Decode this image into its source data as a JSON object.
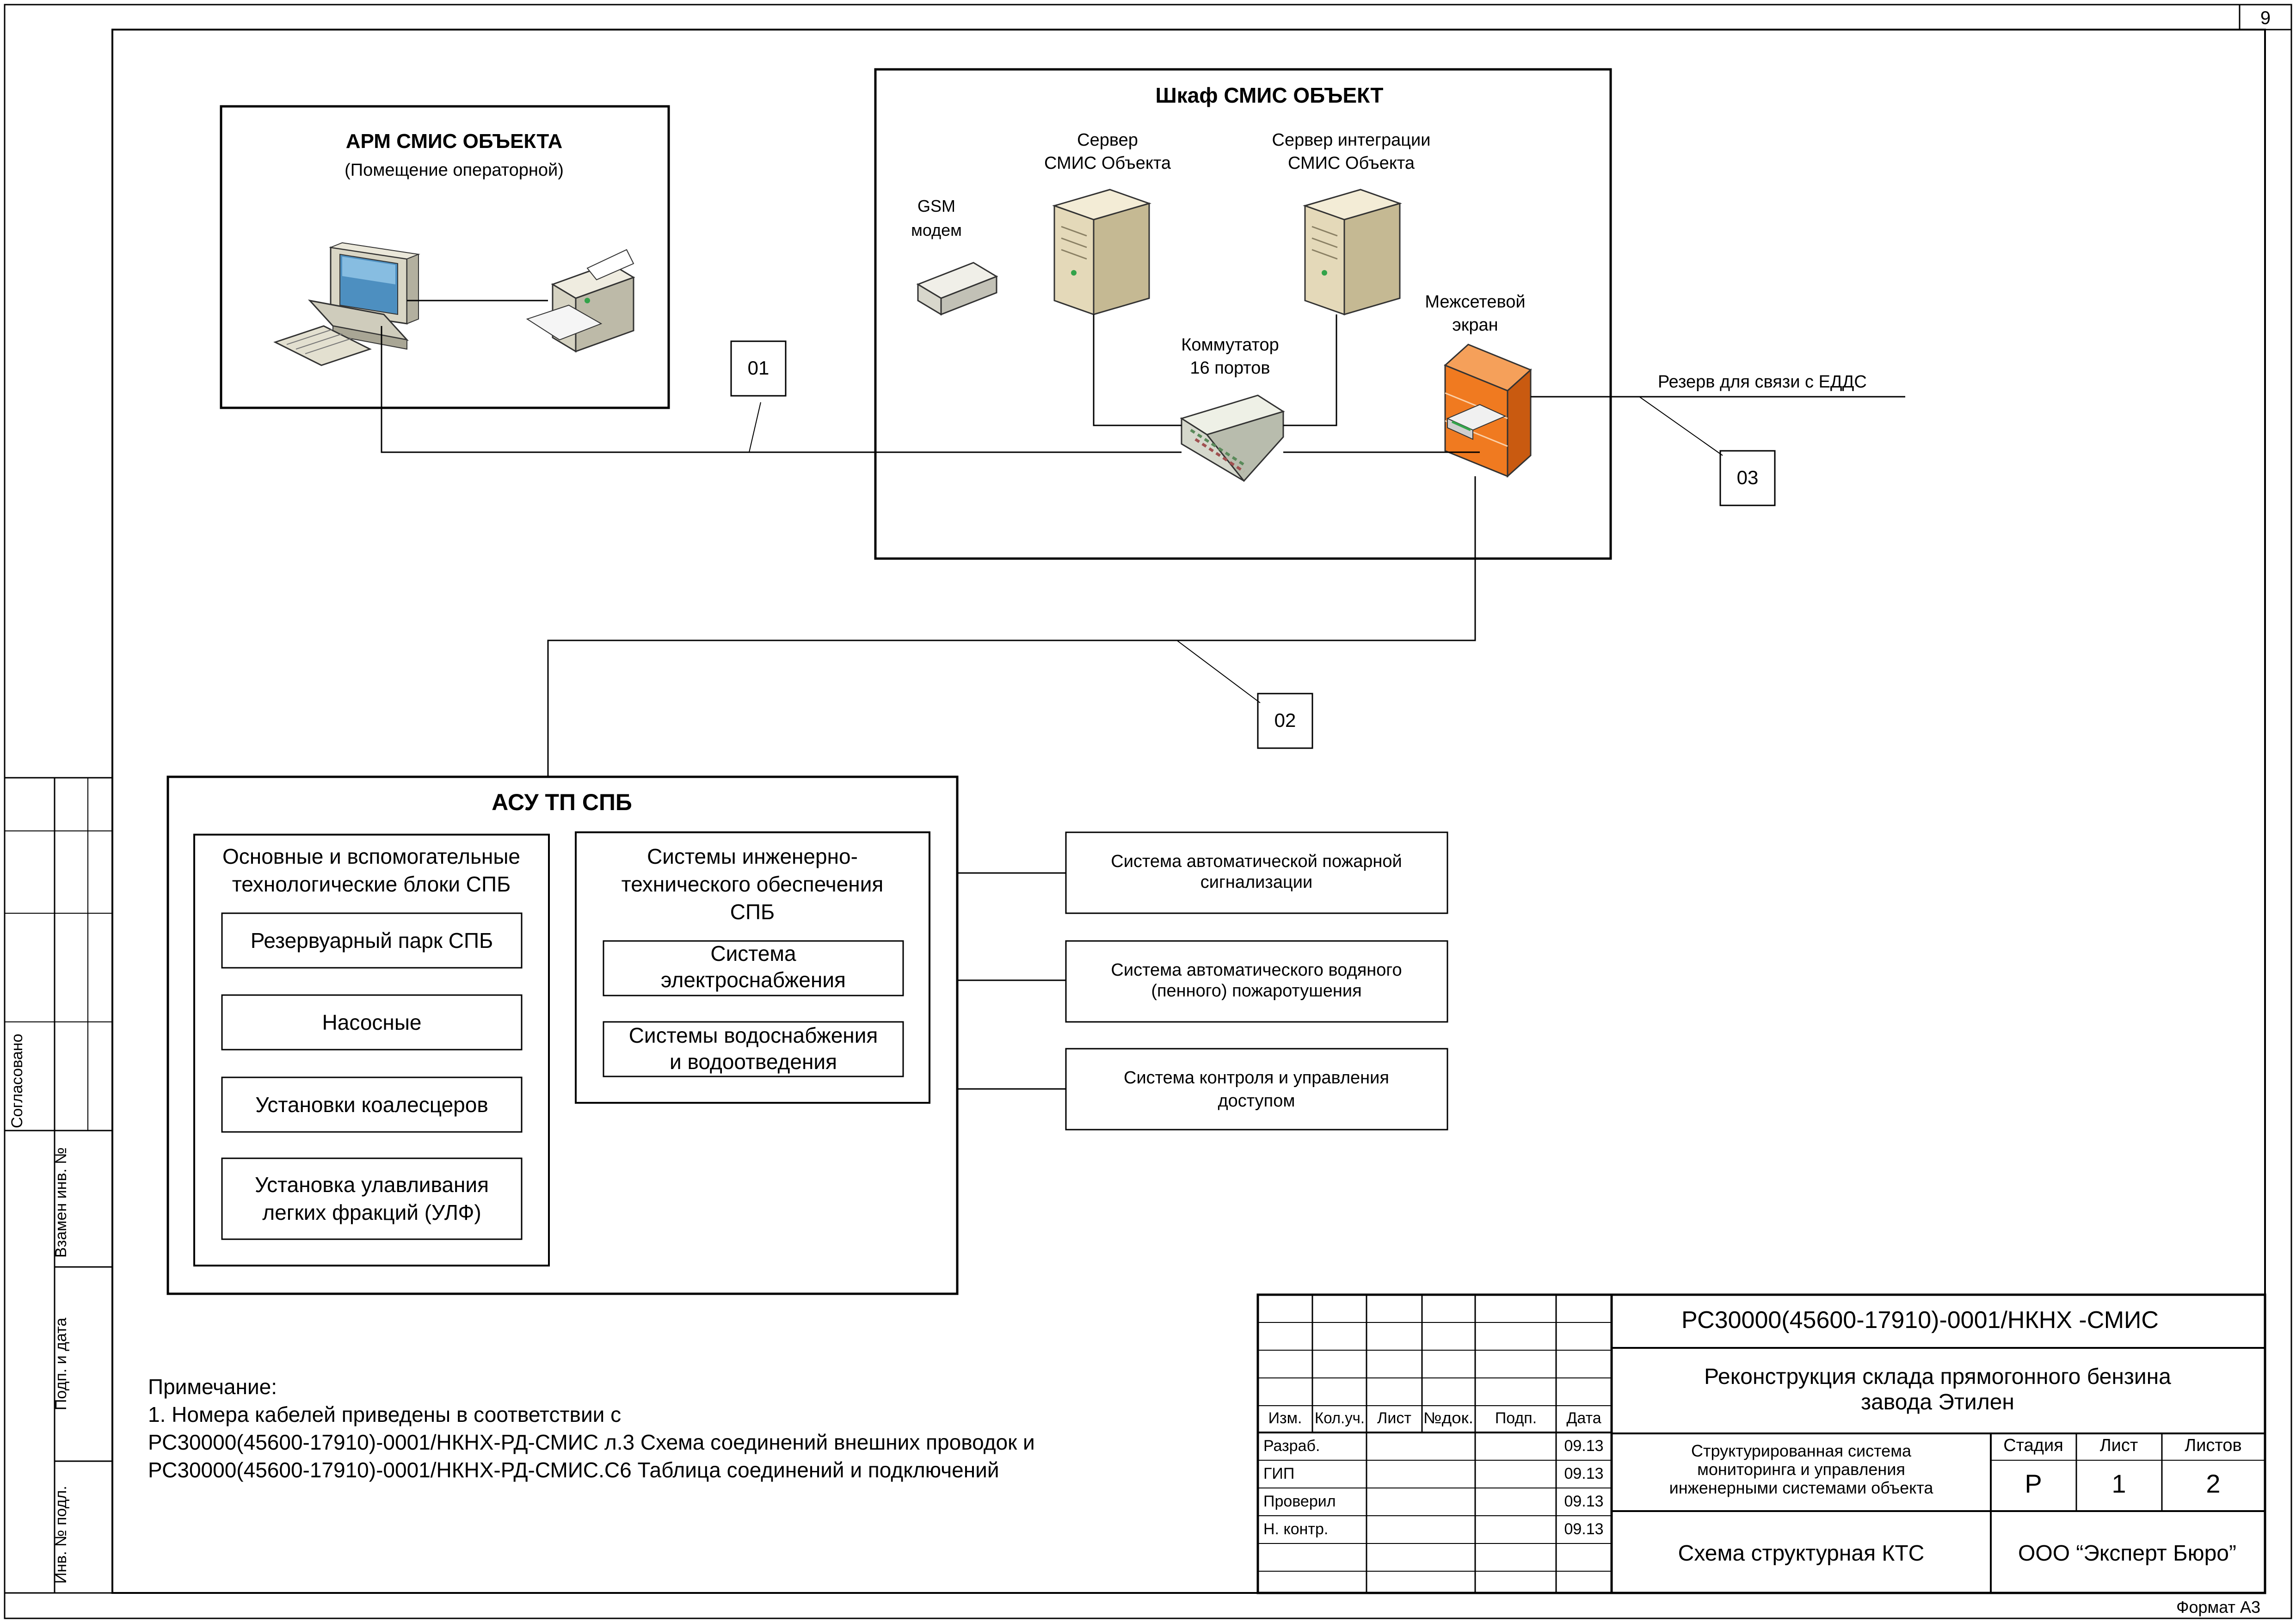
{
  "page_number": "9",
  "format": "Формат А3",
  "arm": {
    "title": "АРМ СМИС ОБЪЕКТА",
    "subtitle": "(Помещение операторной)"
  },
  "cabinet": {
    "title": "Шкаф СМИС ОБЪЕКТ",
    "gsm": [
      "GSM",
      "модем"
    ],
    "server": [
      "Сервер",
      "СМИС Объекта"
    ],
    "int_server": [
      "Сервер интеграции",
      "СМИС Объекта"
    ],
    "switch": [
      "Коммутатор",
      "16 портов"
    ],
    "firewall": [
      "Межсетевой",
      "экран"
    ]
  },
  "reserve_label": "Резерв для связи с ЕДДС",
  "cables": [
    "01",
    "02",
    "03"
  ],
  "asu": {
    "title": "АСУ ТП СПБ",
    "left_group": {
      "title": [
        "Основные и вспомогательные",
        "технологические блоки СПБ"
      ],
      "items": [
        [
          "Резервуарный парк СПБ"
        ],
        [
          "Насосные"
        ],
        [
          "Установки коалесцеров"
        ],
        [
          "Установка улавливания",
          "легких фракций (УЛФ)"
        ]
      ]
    },
    "right_group": {
      "title": [
        "Системы инженерно-",
        "технического обеспечения",
        "СПБ"
      ],
      "items": [
        [
          "Система",
          "электроснабжения"
        ],
        [
          "Системы водоснабжения",
          "и водоотведения"
        ]
      ]
    }
  },
  "external_systems": [
    [
      "Система автоматической пожарной",
      "сигнализации"
    ],
    [
      "Система автоматического водяного",
      "(пенного) пожаротушения"
    ],
    [
      "Система контроля и управления",
      "доступом"
    ]
  ],
  "note": [
    "Примечание:",
    "1. Номера кабелей приведены в соответствии с",
    "РС30000(45600-17910)-0001/НКНХ-РД-СМИС л.3 Схема соединений внешних проводок и",
    "РС30000(45600-17910)-0001/НКНХ-РД-СМИС.С6 Таблица соединений и подключений"
  ],
  "side_stamp": {
    "agreed": "Согласовано",
    "replaces": "Взамен инв. №",
    "sign_date": "Подп. и дата",
    "inv_no": "Инв. № подл."
  },
  "title_block": {
    "doc_code": "РС30000(45600-17910)-0001/НКНХ -СМИС",
    "project": [
      "Реконструкция склада прямогонного бензина",
      "завода Этилен"
    ],
    "system": [
      "Структурированная система",
      "мониторинга и управления",
      "инженерными системами объекта"
    ],
    "drawing": "Схема структурная КТС",
    "company": "ООО “Эксперт Бюро”",
    "header": [
      "Изм.",
      "Кол.уч.",
      "Лист",
      "№док.",
      "Подп.",
      "Дата"
    ],
    "rows": [
      {
        "role": "Разраб.",
        "date": "09.13"
      },
      {
        "role": "ГИП",
        "date": "09.13"
      },
      {
        "role": "Проверил",
        "date": "09.13"
      },
      {
        "role": "Н. контр.",
        "date": "09.13"
      }
    ],
    "stage_label": "Стадия",
    "sheet_label": "Лист",
    "sheets_label": "Листов",
    "stage": "Р",
    "sheet": "1",
    "sheets": "2"
  }
}
